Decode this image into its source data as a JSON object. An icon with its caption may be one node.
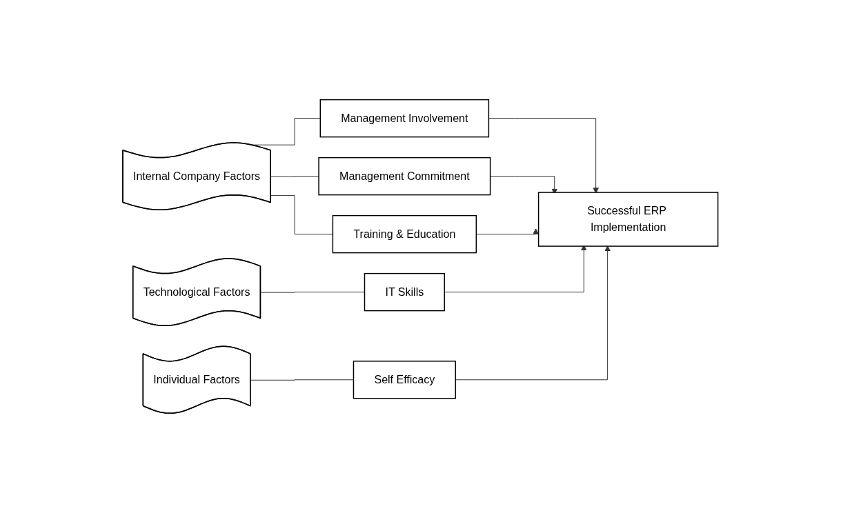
{
  "diagram": {
    "nodes": [
      {
        "text": [
          "Internal Company Factors"
        ]
      },
      {
        "text": [
          "Management Involvement"
        ]
      },
      {
        "text": [
          "Management Commitment"
        ]
      },
      {
        "text": [
          "Training & Education"
        ]
      },
      {
        "text": [
          "Successful ERP Implementation"
        ]
      },
      {
        "text": [
          "Technological Factors"
        ]
      },
      {
        "text": [
          "IT Skills"
        ]
      },
      {
        "text": [
          "Individual Factors"
        ]
      },
      {
        "text": [
          "Self Efficacy"
        ]
      }
    ],
    "edges": [
      {
        "from": 0,
        "to": 1,
        "arrow": "none"
      },
      {
        "from": 0,
        "to": 2,
        "arrow": "none"
      },
      {
        "from": 0,
        "to": 3,
        "arrow": "none"
      },
      {
        "from": 1,
        "to": 4,
        "arrow": "to"
      },
      {
        "from": 2,
        "to": 4,
        "arrow": "to"
      },
      {
        "from": 3,
        "to": 4,
        "arrow": "to"
      },
      {
        "from": 5,
        "to": 6,
        "arrow": "none"
      },
      {
        "from": 6,
        "to": 4,
        "arrow": "to"
      },
      {
        "from": 7,
        "to": 8,
        "arrow": "none"
      },
      {
        "from": 8,
        "to": 4,
        "arrow": "to"
      }
    ]
  }
}
